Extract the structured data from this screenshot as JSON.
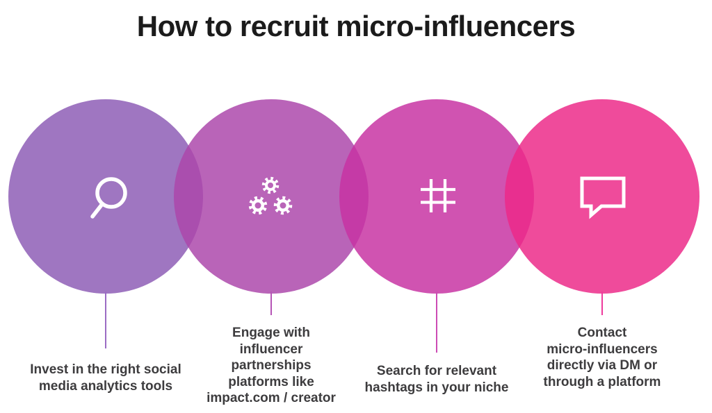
{
  "title": "How to recruit micro-influencers",
  "steps": [
    {
      "icon": "magnifier-icon",
      "circle_color": "rgba(141,92,181,0.84)",
      "connector_color": "#9b6cc4",
      "label": "Invest in the right social\nmedia analytics tools"
    },
    {
      "icon": "gears-icon",
      "circle_color": "rgba(172,70,170,0.84)",
      "connector_color": "#b554b6",
      "label": "Engage with\ninfluencer\npartnerships\nplatforms like\nimpact.com / creator"
    },
    {
      "icon": "hashtag-icon",
      "circle_color": "rgba(199,50,162,0.84)",
      "connector_color": "#cc4bb4",
      "label": "Search for relevant\nhashtags in your niche"
    },
    {
      "icon": "speech-bubble-icon",
      "circle_color": "rgba(236,40,136,0.84)",
      "connector_color": "#ee3a9c",
      "label": "Contact\nmicro-influencers\ndirectly via DM or\nthrough a platform"
    }
  ],
  "colors": {
    "background": "#ffffff",
    "title_text": "#1b1b1b",
    "label_text": "#3d3c3e",
    "icon": "#ffffff"
  }
}
